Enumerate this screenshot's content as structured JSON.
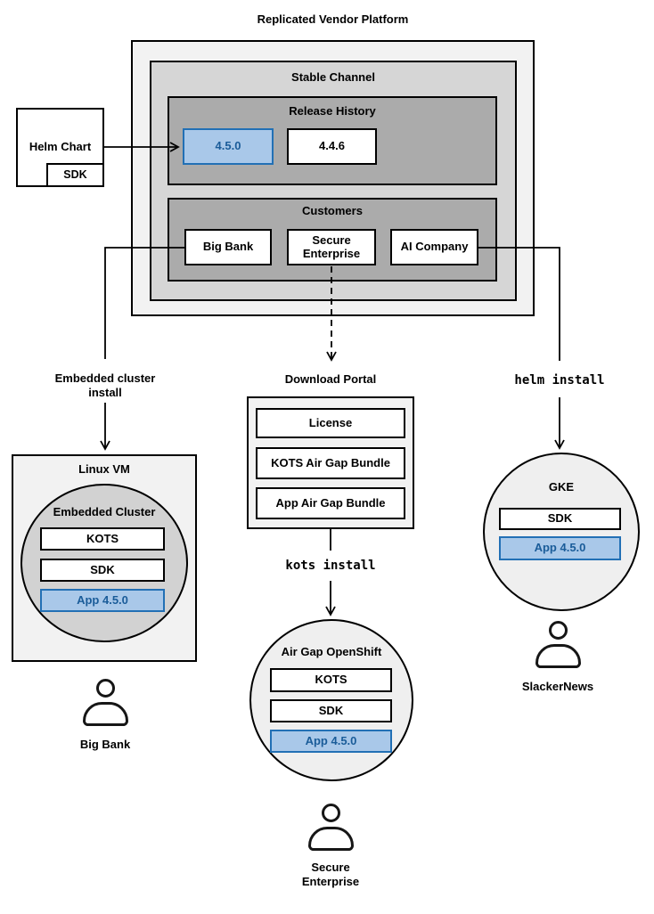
{
  "colors": {
    "highlight_fill": "#A9C8E9",
    "highlight_border": "#2270B5",
    "highlight_text": "#1A5C99",
    "gray_light": "#F2F2F2",
    "gray_mid": "#D6D6D6",
    "gray_dark": "#ABABAB",
    "gray_item": "#D9D9D9",
    "gray_circle": "#D2D2D2",
    "circle_fill": "#EFEFEF",
    "line_color": "#000000"
  },
  "platform": {
    "title": "Replicated Vendor Platform",
    "stable_channel": {
      "label": "Stable Channel",
      "release_history": {
        "label": "Release History",
        "releases": [
          {
            "version": "4.5.0",
            "highlighted": true
          },
          {
            "version": "4.4.6",
            "highlighted": false
          }
        ]
      },
      "customers": {
        "label": "Customers",
        "items": [
          "Big Bank",
          "Secure Enterprise",
          "AI Company"
        ]
      }
    }
  },
  "helm_chart": {
    "label": "Helm Chart",
    "sdk": "SDK"
  },
  "flows": {
    "left": {
      "install_label": "Embedded cluster install",
      "vm_label": "Linux VM",
      "cluster_label": "Embedded Cluster",
      "components": [
        "KOTS",
        "SDK"
      ],
      "app": "App 4.5.0",
      "user": "Big Bank"
    },
    "middle": {
      "portal_label": "Download Portal",
      "portal_items": [
        "License",
        "KOTS Air Gap Bundle",
        "App Air Gap Bundle"
      ],
      "command": "kots install",
      "cluster_label": "Air Gap OpenShift",
      "components": [
        "KOTS",
        "SDK"
      ],
      "app": "App 4.5.0",
      "user": "Secure Enterprise"
    },
    "right": {
      "command": "helm install",
      "cluster_label": "GKE",
      "components": [
        "SDK"
      ],
      "app": "App 4.5.0",
      "user": "SlackerNews"
    }
  }
}
